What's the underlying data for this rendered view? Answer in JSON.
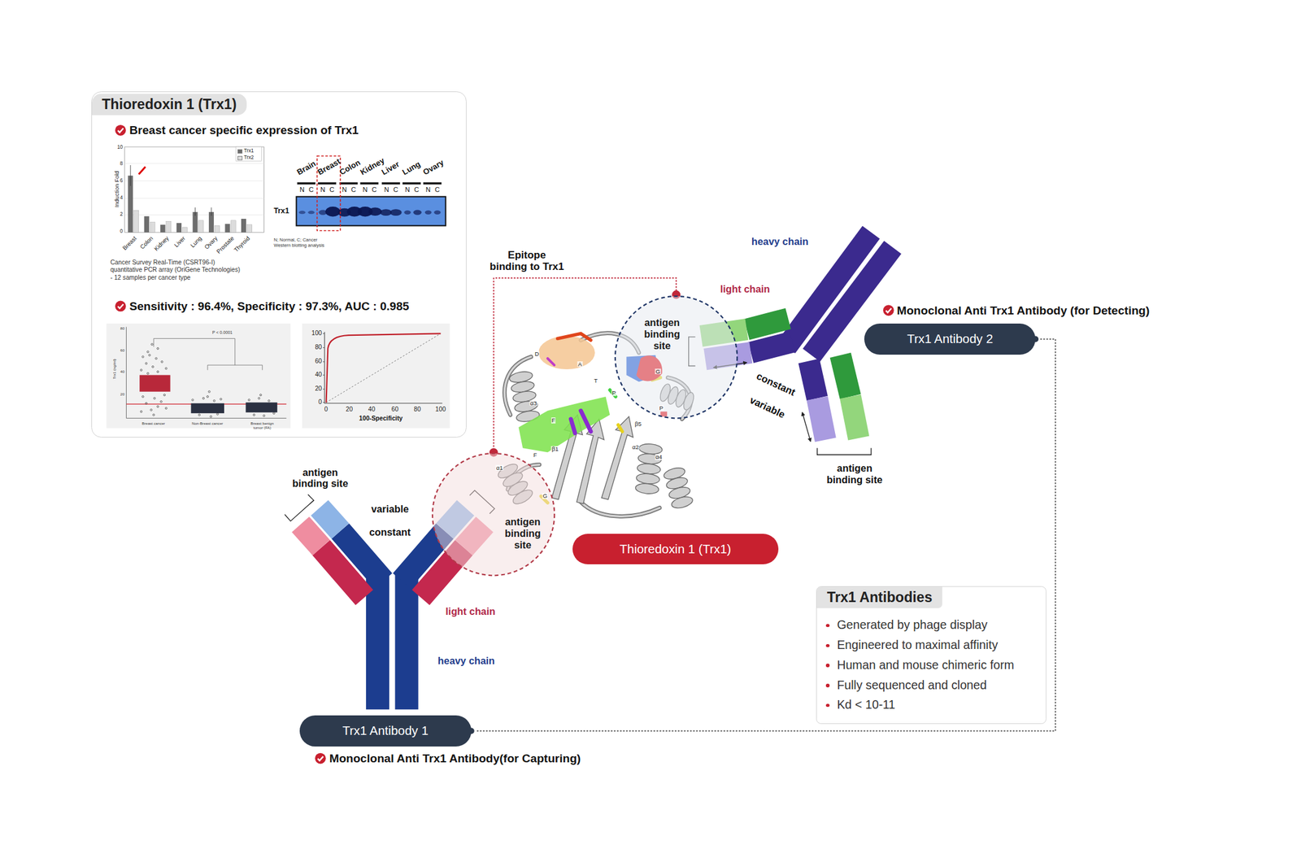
{
  "diagram": {
    "nodes": [
      {
        "text": [
          "Thioredoxin 1 (Trx1)"
        ]
      },
      {
        "text": [
          "antigen binding site"
        ]
      },
      {
        "text": [
          "antigen binding site"
        ]
      },
      {
        "text": [
          "Thioredoxin 1 (Trx1)"
        ]
      },
      {
        "text": [
          "Trx1 Antibody 1"
        ]
      },
      {
        "text": [
          "Trx1 Antibody 2"
        ]
      },
      {
        "text": [
          "Trx1 Antibodies",
          "Generated by phage display",
          "Engineered to maximal affinity",
          "Human and mouse chimeric form",
          "Fully sequenced and cloned",
          "Kd < 10-11"
        ]
      }
    ],
    "edges": [
      {
        "from": 1,
        "to": 2,
        "arrow": "none",
        "label": "Epitope binding to Trx1"
      },
      {
        "from": 4,
        "to": 5,
        "arrow": "none"
      }
    ],
    "labels": [
      "Breast cancer specific expression of Trx1",
      "Induction Fold",
      "10",
      "8",
      "6",
      "4",
      "2",
      "0",
      "Breast",
      "Colon",
      "Kidney",
      "Liver",
      "Lung",
      "Ovary",
      "Prostate",
      "Thyroid",
      "Cancer Survey Real-Time (CSRT96-I)",
      "quantitative PCR array (OriGene Technologies)",
      "- 12 samples per cancer type",
      "Brain",
      "Breast",
      "Colon",
      "Kidney",
      "Liver",
      "Lung",
      "Ovary",
      "N",
      "C",
      "N",
      "C",
      "N",
      "C",
      "N",
      "C",
      "N",
      "C",
      "N",
      "C",
      "N",
      "C",
      "Trx1",
      "N; Normal, C; Cancer",
      "Western blotting analysis",
      "Sensitivity : 96.4%, Specificity : 97.3%, AUC : 0.985",
      "P < 0.0001",
      "Trx1 (ng/ml)",
      "80",
      "60",
      "40",
      "20",
      "Breast cancer",
      "Non-Breast cancer",
      "Breast benign tumor (FA)",
      "100",
      "80",
      "60",
      "40",
      "20",
      "0",
      "0",
      "20",
      "40",
      "60",
      "80",
      "100",
      "100-Specificity",
      "D",
      "A",
      "T",
      "G",
      "F",
      "P",
      "α3",
      "β1",
      "β5",
      "P",
      "α2",
      "α4",
      "α1",
      "F",
      "G",
      "heavy chain",
      "light chain",
      "Monoclonal Anti Trx1 Antibody (for Detecting)",
      "constant",
      "variable",
      "antigen binding site",
      "antigen binding site",
      "variable",
      "constant",
      "light chain",
      "heavy chain",
      "Monoclonal Anti Trx1 Antibody(for Capturing)"
    ],
    "legend": [
      {
        "text": "Trx1",
        "color": "#6d6d6d"
      },
      {
        "text": "Trx2",
        "color": "#dcdcdc"
      }
    ]
  }
}
